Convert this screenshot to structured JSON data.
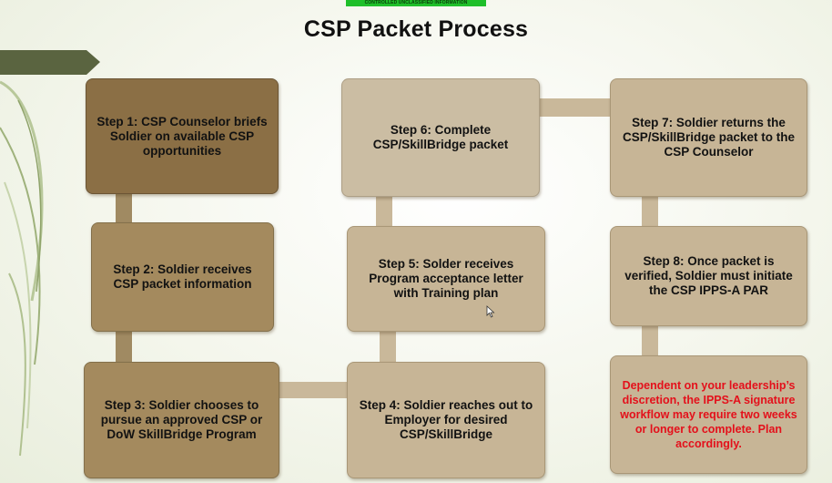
{
  "banner": {
    "text": "CONTROLLED UNCLASSIFIED INFORMATION",
    "color": "#1fbf2a"
  },
  "title": "CSP Packet Process",
  "steps": {
    "s1": "Step 1: CSP Counselor briefs Soldier on available CSP opportunities",
    "s2": "Step 2: Soldier receives CSP packet information",
    "s3": "Step 3: Soldier chooses to pursue an approved CSP or DoW SkillBridge Program",
    "s4": "Step 4: Soldier reaches out to Employer for desired CSP/SkillBridge",
    "s5": "Step 5: Solder receives Program acceptance letter with Training plan",
    "s6": "Step 6: Complete CSP/SkillBridge packet",
    "s7": "Step 7: Soldier returns the CSP/SkillBridge packet to the CSP Counselor",
    "s8": "Step 8: Once packet is verified, Soldier must initiate the CSP IPPS-A PAR"
  },
  "note": {
    "text": "Dependent on your leadership’s discretion, the IPPS-A signature workflow may require two weeks or longer to complete.  Plan accordingly.",
    "color": "#e4101b"
  },
  "colors": {
    "box_dark": "#8b6f45",
    "box_mid": "#a48a5e",
    "box_light": "#c7b596",
    "deco_green": "#5a6440"
  },
  "icons": [
    "arrow-pointer-icon"
  ]
}
